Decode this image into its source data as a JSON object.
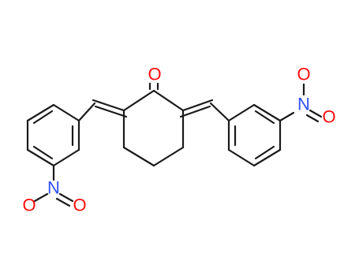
{
  "molecule": {
    "atoms": [
      {
        "id": "O_ketone",
        "element": "O",
        "label": "O"
      },
      {
        "id": "N_left",
        "element": "N",
        "label": "N"
      },
      {
        "id": "O_left_a",
        "element": "O",
        "label": "O"
      },
      {
        "id": "O_left_b",
        "element": "O",
        "label": "O"
      },
      {
        "id": "N_right",
        "element": "N",
        "label": "N"
      },
      {
        "id": "O_right_a",
        "element": "O",
        "label": "O"
      },
      {
        "id": "O_right_b",
        "element": "O",
        "label": "O"
      }
    ],
    "colors": {
      "bond": "#1a1a1a",
      "oxygen": "#ff0d0d",
      "nitrogen": "#3050f8",
      "background": "#ffffff"
    }
  }
}
